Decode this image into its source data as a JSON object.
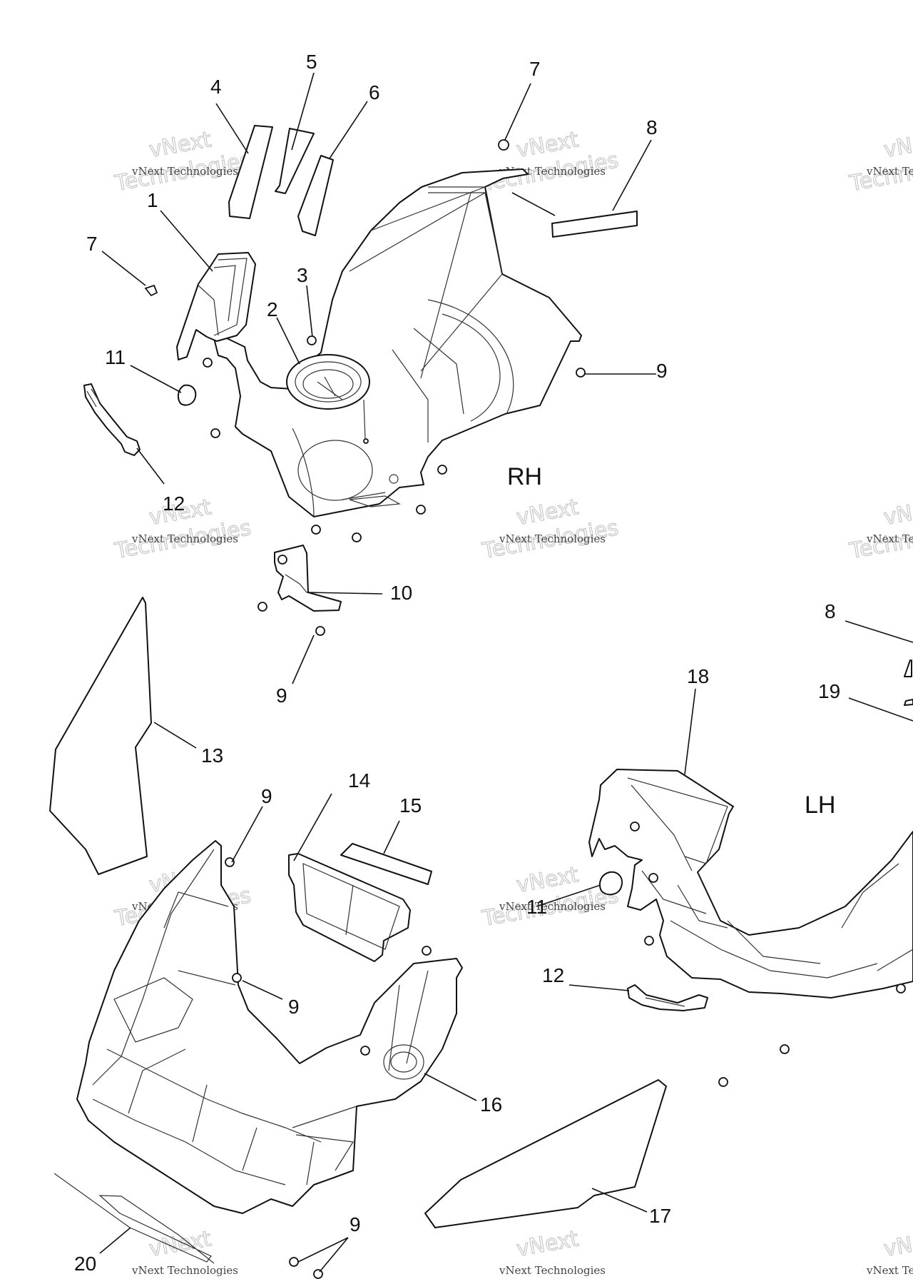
{
  "side_labels": {
    "rh": "RH",
    "lh": "LH"
  },
  "callouts": [
    {
      "id": "c1",
      "text": "1"
    },
    {
      "id": "c2",
      "text": "2"
    },
    {
      "id": "c3",
      "text": "3"
    },
    {
      "id": "c4",
      "text": "4"
    },
    {
      "id": "c5",
      "text": "5"
    },
    {
      "id": "c6",
      "text": "6"
    },
    {
      "id": "c7a",
      "text": "7"
    },
    {
      "id": "c7b",
      "text": "7"
    },
    {
      "id": "c8a",
      "text": "8"
    },
    {
      "id": "c8b",
      "text": "8"
    },
    {
      "id": "c9a",
      "text": "9"
    },
    {
      "id": "c9b",
      "text": "9"
    },
    {
      "id": "c9c",
      "text": "9"
    },
    {
      "id": "c9d",
      "text": "9"
    },
    {
      "id": "c9e",
      "text": "9"
    },
    {
      "id": "c10",
      "text": "10"
    },
    {
      "id": "c11a",
      "text": "11"
    },
    {
      "id": "c11b",
      "text": "11"
    },
    {
      "id": "c12a",
      "text": "12"
    },
    {
      "id": "c12b",
      "text": "12"
    },
    {
      "id": "c13",
      "text": "13"
    },
    {
      "id": "c14",
      "text": "14"
    },
    {
      "id": "c15",
      "text": "15"
    },
    {
      "id": "c16",
      "text": "16"
    },
    {
      "id": "c17",
      "text": "17"
    },
    {
      "id": "c18",
      "text": "18"
    },
    {
      "id": "c19",
      "text": "19"
    },
    {
      "id": "c20",
      "text": "20"
    }
  ],
  "watermark": {
    "line1": "vNext Technologies",
    "line2a": "vNext",
    "line2b": "Technologies"
  },
  "colors": {
    "line": "#111111",
    "watermark": "#c8c8c8",
    "background": "#ffffff"
  }
}
